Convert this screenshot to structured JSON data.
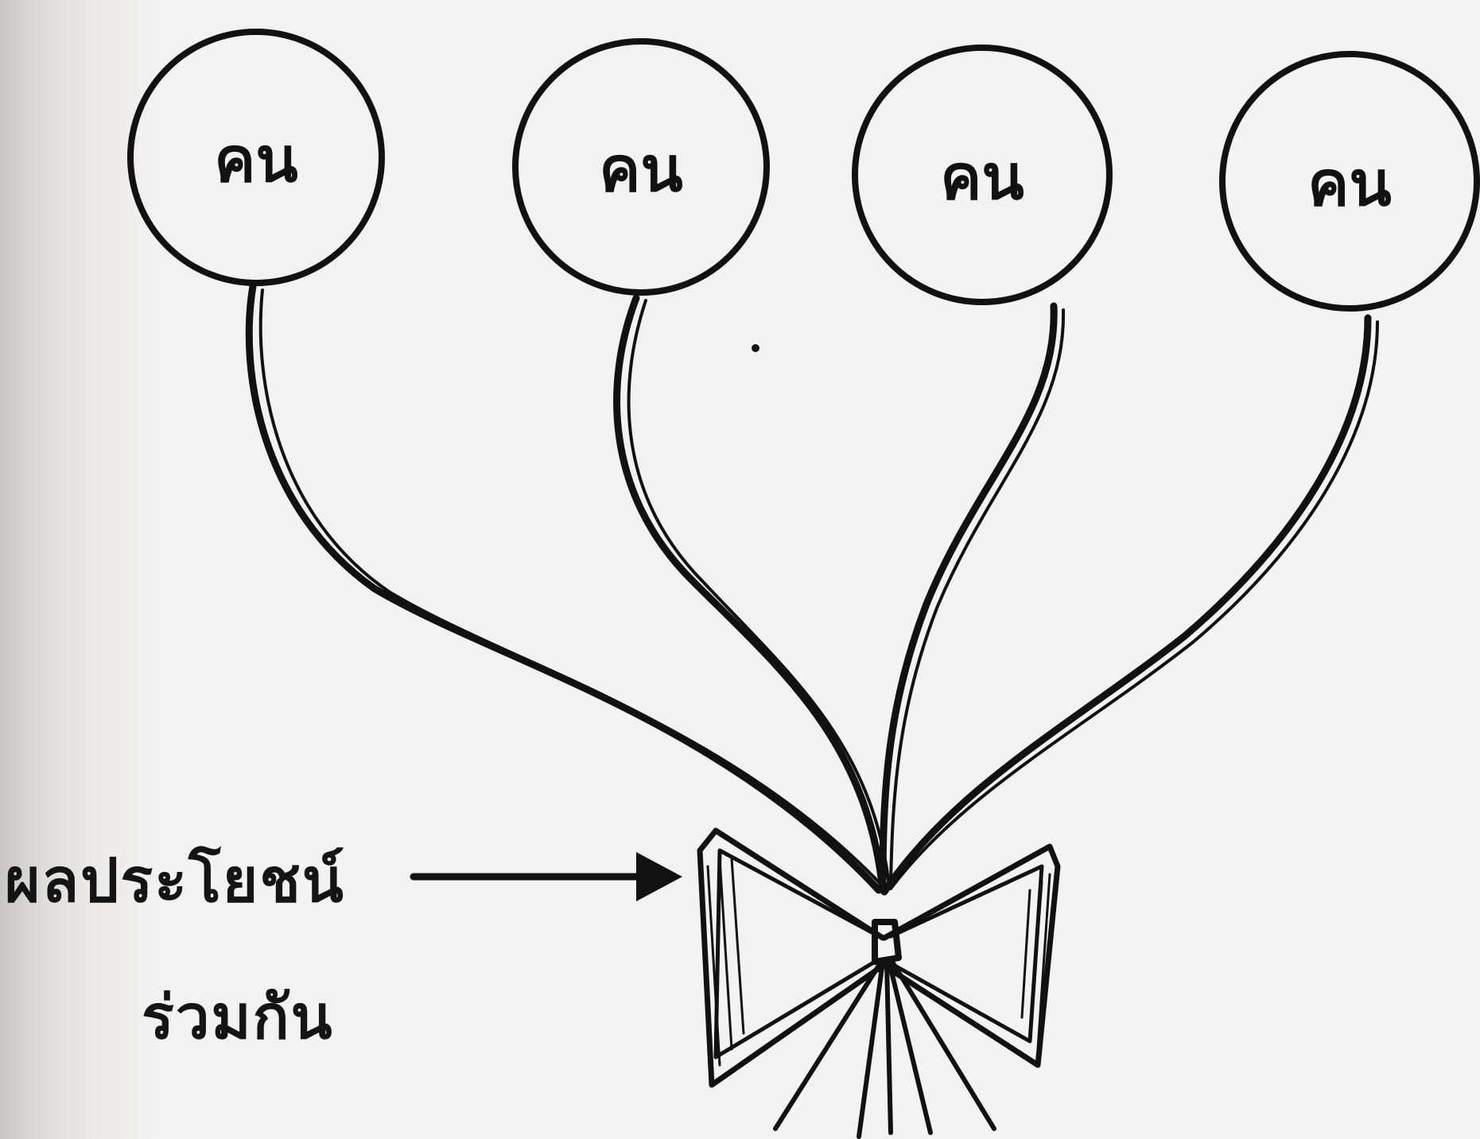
{
  "nodes": [
    {
      "label": "คน"
    },
    {
      "label": "คน"
    },
    {
      "label": "คน"
    },
    {
      "label": "คน"
    }
  ],
  "caption": {
    "line1": "ผลประโยชน์",
    "line2": "ร่วมกัน"
  },
  "colors": {
    "ink": "#111111",
    "paper": "#f5f3f1"
  }
}
